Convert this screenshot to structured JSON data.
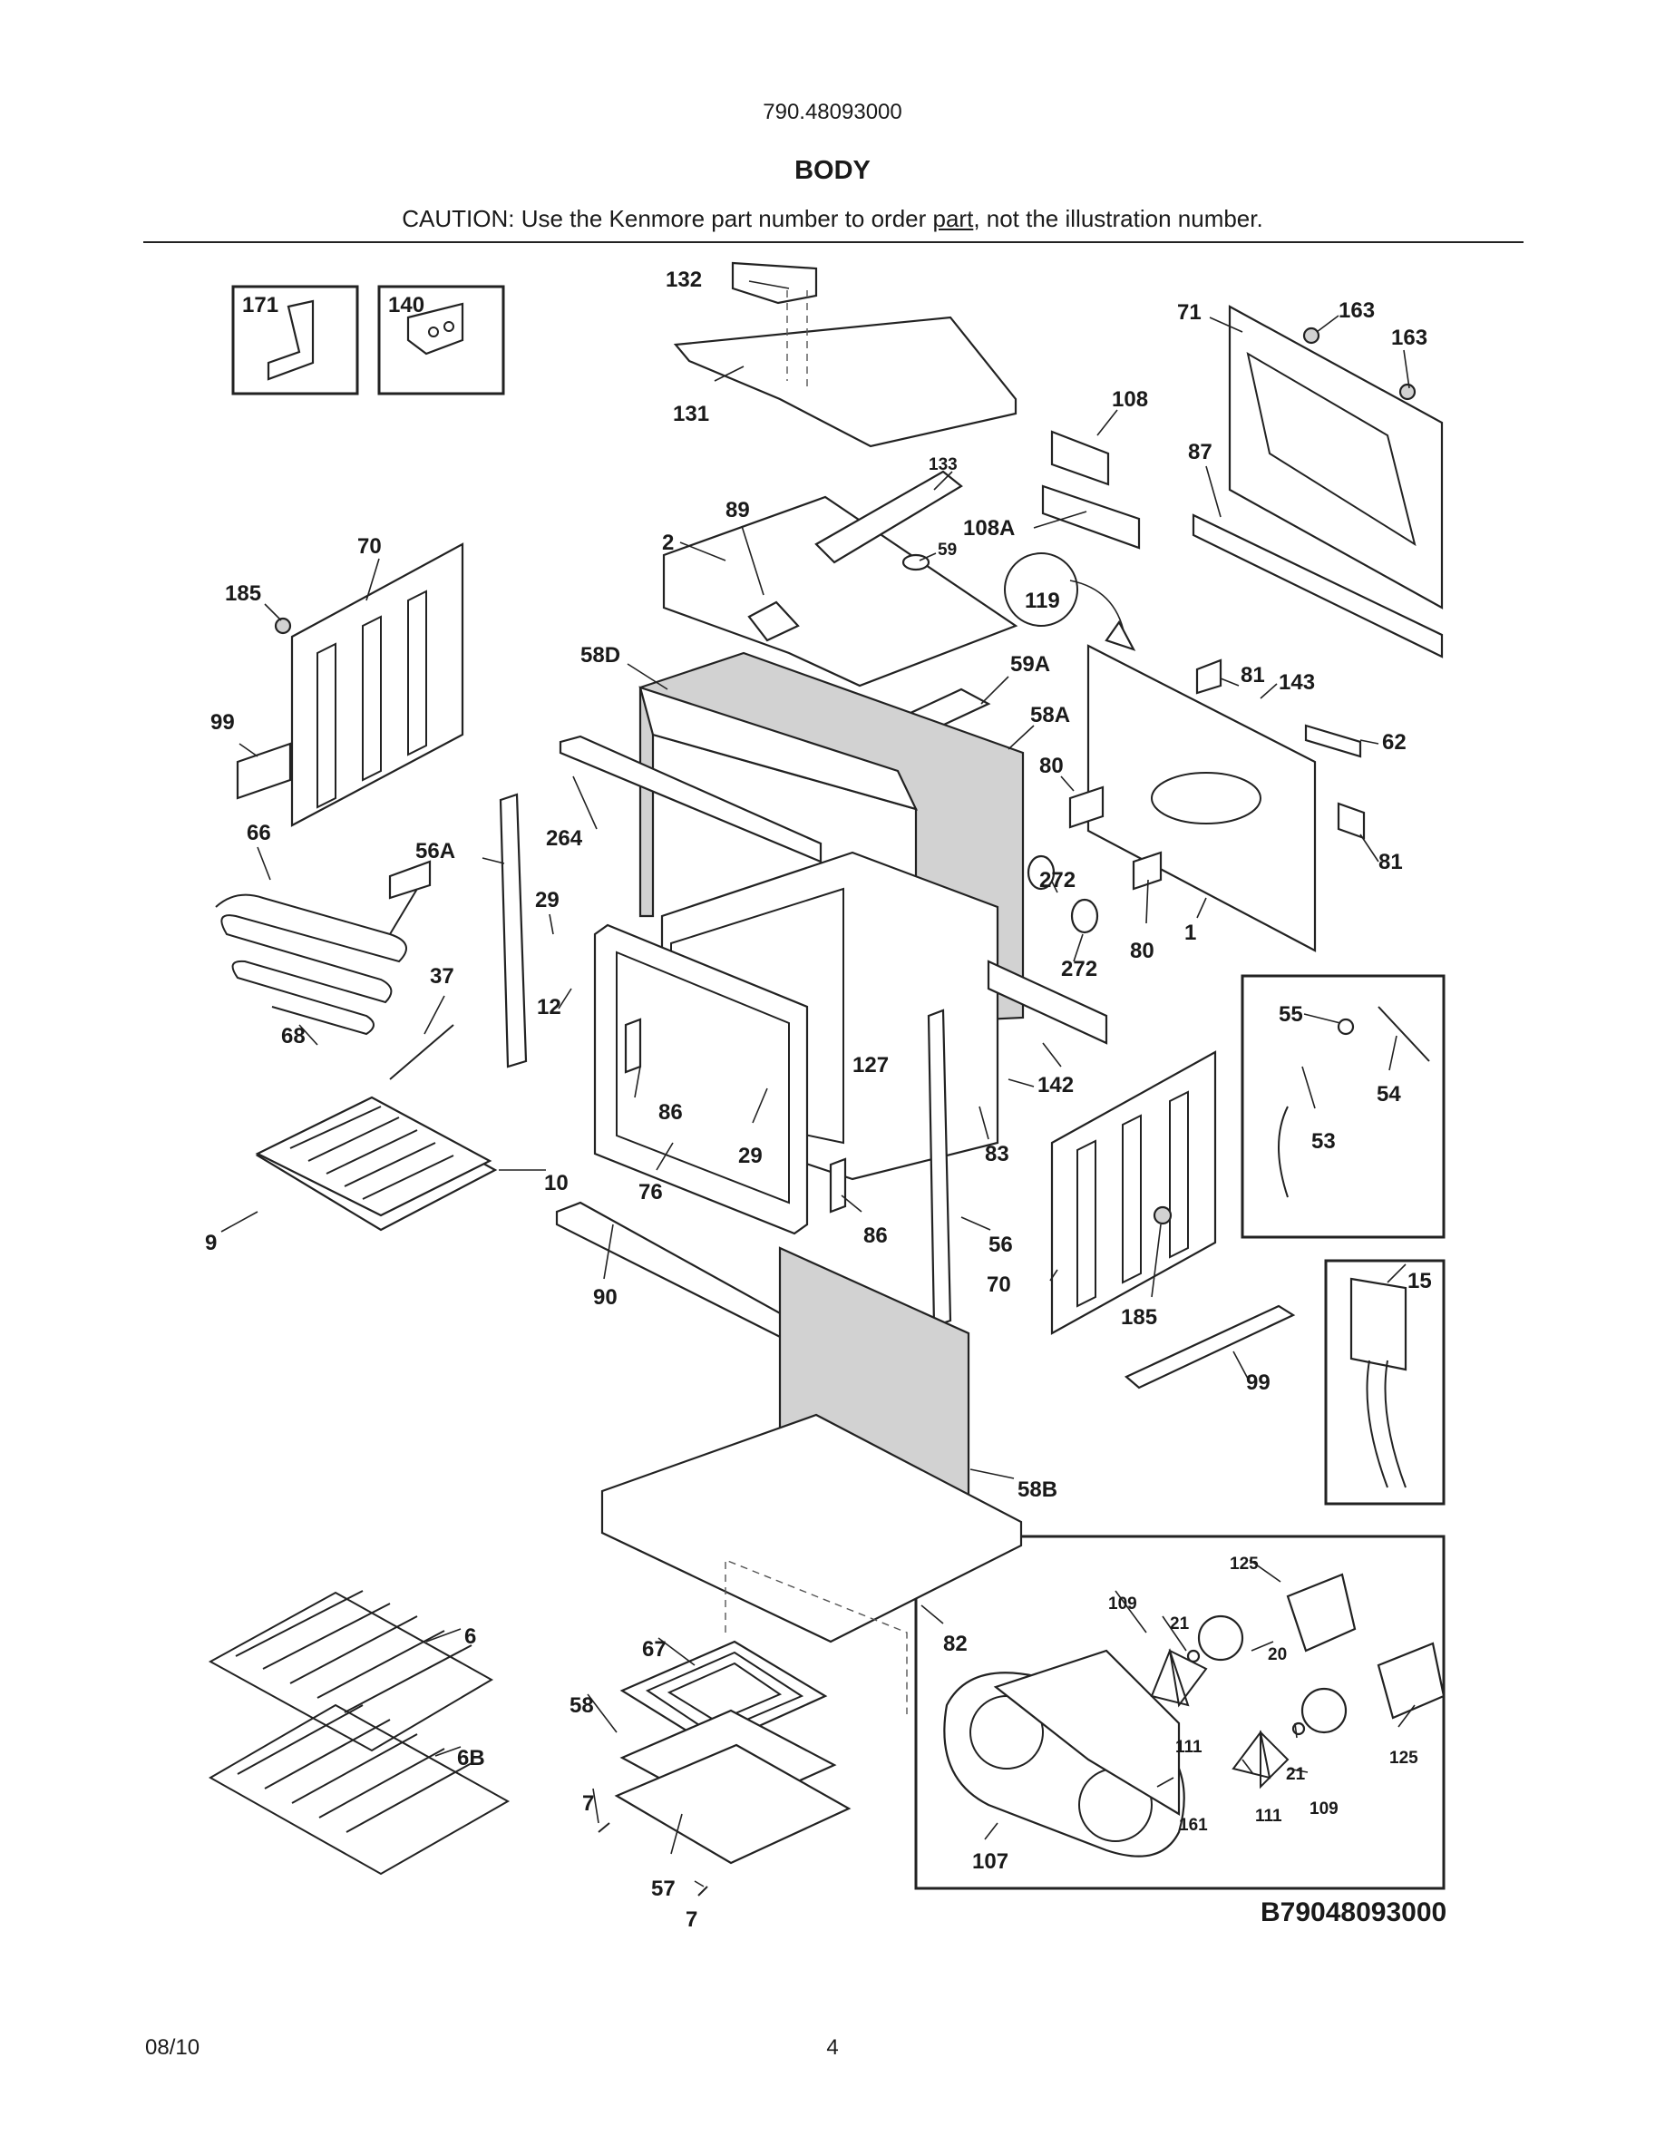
{
  "header": {
    "model_number": "790.48093000",
    "title": "BODY",
    "caution_before": "CAUTION: Use the Kenmore part number to order ",
    "caution_underlined": "part",
    "caution_after": ", not the illustration number."
  },
  "callouts": [
    "171",
    "140",
    "132",
    "131",
    "163",
    "163",
    "71",
    "108",
    "87",
    "133",
    "89",
    "2",
    "59",
    "108A",
    "119",
    "70",
    "185",
    "58D",
    "59A",
    "58A",
    "81",
    "143",
    "62",
    "99",
    "80",
    "81",
    "66",
    "56A",
    "264",
    "29",
    "272",
    "80",
    "1",
    "272",
    "12",
    "37",
    "68",
    "127",
    "55",
    "54",
    "86",
    "142",
    "53",
    "29",
    "83",
    "10",
    "76",
    "86",
    "9",
    "56",
    "90",
    "70",
    "185",
    "99",
    "15",
    "58B",
    "125",
    "109",
    "21",
    "20",
    "6",
    "67",
    "82",
    "58",
    "6B",
    "111",
    "21",
    "125",
    "161",
    "111",
    "109",
    "7",
    "57",
    "107",
    "7"
  ],
  "diagram_code": "B79048093000",
  "footer": {
    "date": "08/10",
    "page_number": "4"
  }
}
